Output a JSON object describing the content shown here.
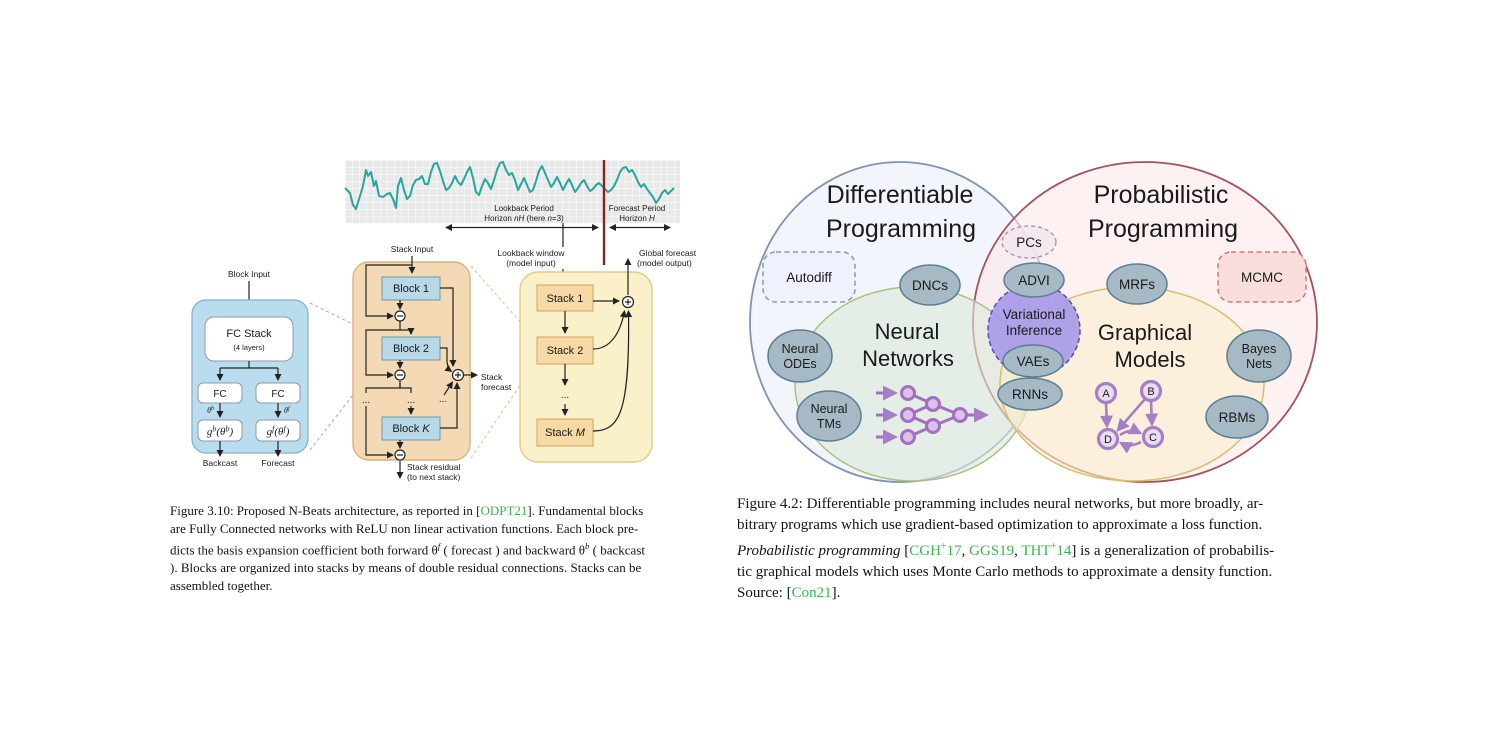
{
  "colors": {
    "citation_green": "#3cb44a",
    "series_teal": "#27a69e",
    "divider_red": "#8e1f1f",
    "block_panel_blue": "#badcef",
    "block_panel_blue_stroke": "#85aec8",
    "stack_panel_orange": "#f4dab4",
    "stack_panel_orange_stroke": "#d8b183",
    "stacks_panel_yellow": "#faf0c9",
    "stacks_panel_yellow_stroke": "#e0cb82",
    "inner_block_blue": "#b9d8e6",
    "inner_block_blue_stroke": "#6a98ad",
    "inner_stack_orange": "#f6d9a4",
    "inner_stack_orange_stroke": "#cfa45e",
    "venn_left_fill": "#e8edf8",
    "venn_left_stroke": "#8292b5",
    "venn_right_fill": "#fbe5e7",
    "venn_right_stroke": "#a8505c",
    "nn_circle_fill": "#dcead8",
    "nn_circle_stroke": "#aebf82",
    "gm_circle_fill": "#fbeecd",
    "gm_circle_stroke": "#d9bd6d",
    "node_gray_fill": "#a6bac6",
    "node_gray_stroke": "#5c7d92",
    "vi_purple_fill": "#a89ae8",
    "vi_purple_stroke": "#5050b0",
    "icon_purple": "#a36fc0"
  },
  "nbeats": {
    "plot": {
      "lookback_period": "Lookback Period",
      "hlb": {
        "p1": "Horizon ",
        "p2": "nH",
        "p3": " (here ",
        "p4": "n",
        "p5": "=3)"
      },
      "forecast_period": "Forecast Period",
      "hf": {
        "p1": "Horizon ",
        "p2": "H"
      }
    },
    "io": {
      "stack_input": "Stack Input",
      "lookback_window_1": "Lookback window",
      "lookback_window_2": "(model input)",
      "global_forecast_1": "Global forecast",
      "global_forecast_2": "(model output)",
      "block_input": "Block Input"
    },
    "block": {
      "fc_stack": "FC Stack",
      "fc_layers": "(4 layers)",
      "fc": "FC",
      "theta": "θ",
      "sup_b": "b",
      "sup_f": "f",
      "g": "g",
      "open_theta": "(θ",
      "close": ")",
      "backcast": "Backcast",
      "forecast": "Forecast"
    },
    "stack": {
      "block1": "Block 1",
      "block2": "Block 2",
      "blockK_p1": "Block ",
      "blockK_p2": "K",
      "stack_forecast_1": "Stack",
      "stack_forecast_2": "forecast",
      "stack_residual_1": "Stack residual",
      "stack_residual_2": "(to next stack)",
      "dots": "..."
    },
    "stacks": {
      "s1": "Stack 1",
      "s2": "Stack 2",
      "sM_p1": "Stack ",
      "sM_p2": "M"
    }
  },
  "venn": {
    "left_title_1": "Differentiable",
    "left_title_2": "Programming",
    "right_title_1": "Probabilistic",
    "right_title_2": "Programming",
    "nn_1": "Neural",
    "nn_2": "Networks",
    "gm_1": "Graphical",
    "gm_2": "Models",
    "nodes": {
      "autodiff": "Autodiff",
      "dncs": "DNCs",
      "pcs": "PCs",
      "advi": "ADVI",
      "vi_1": "Variational",
      "vi_2": "Inference",
      "vaes": "VAEs",
      "rnns": "RNNs",
      "mrfs": "MRFs",
      "mcmc": "MCMC",
      "neural_odes_1": "Neural",
      "neural_odes_2": "ODEs",
      "neural_tms_1": "Neural",
      "neural_tms_2": "TMs",
      "bayes_1": "Bayes",
      "bayes_2": "Nets",
      "rbms": "RBMs",
      "node_a": "A",
      "node_b": "B",
      "node_c": "C",
      "node_d": "D"
    }
  },
  "captions": {
    "left": {
      "lines": [
        [
          {
            "t": "Figure 3.10: Proposed N-Beats architecture, as reported in ["
          },
          {
            "t": "ODPT21",
            "c": "cite"
          },
          {
            "t": "]. Fundamental blocks"
          }
        ],
        [
          {
            "t": "are Fully Connected networks with ReLU non linear activation functions.  Each block pre-"
          }
        ],
        [
          {
            "t": "dicts the basis expansion coefficient both forward θ"
          },
          {
            "t": "f",
            "c": "sup"
          },
          {
            "t": " ( forecast ) and backward θ",
            "c": ""
          },
          {
            "t": "b",
            "c": "sup"
          },
          {
            "t": " ( backcast"
          }
        ],
        [
          {
            "t": "). Blocks are organized into stacks by means of double residual connections. Stacks can be"
          }
        ],
        [
          {
            "t": "assembled together."
          }
        ]
      ]
    },
    "right": {
      "lines": [
        [
          {
            "t": "Figure 4.2:  Differentiable programming includes neural networks, but more broadly, ar-"
          }
        ],
        [
          {
            "t": "bitrary programs which use gradient-based optimization to approximate a loss function."
          }
        ],
        [
          {
            "t": "Probabilistic programming",
            "c": "italic"
          },
          {
            "t": " ["
          },
          {
            "t": "CGH",
            "c": "cite"
          },
          {
            "t": "+",
            "c": "cite-sup"
          },
          {
            "t": "17",
            "c": "cite"
          },
          {
            "t": ", "
          },
          {
            "t": "GGS19",
            "c": "cite"
          },
          {
            "t": ", "
          },
          {
            "t": "THT",
            "c": "cite"
          },
          {
            "t": "+",
            "c": "cite-sup"
          },
          {
            "t": "14",
            "c": "cite"
          },
          {
            "t": "] is a generalization of probabilis-"
          }
        ],
        [
          {
            "t": "tic graphical models which uses Monte Carlo methods to approximate a density function."
          }
        ],
        [
          {
            "t": "Source: ["
          },
          {
            "t": "Con21",
            "c": "cite"
          },
          {
            "t": "]."
          }
        ]
      ]
    }
  }
}
